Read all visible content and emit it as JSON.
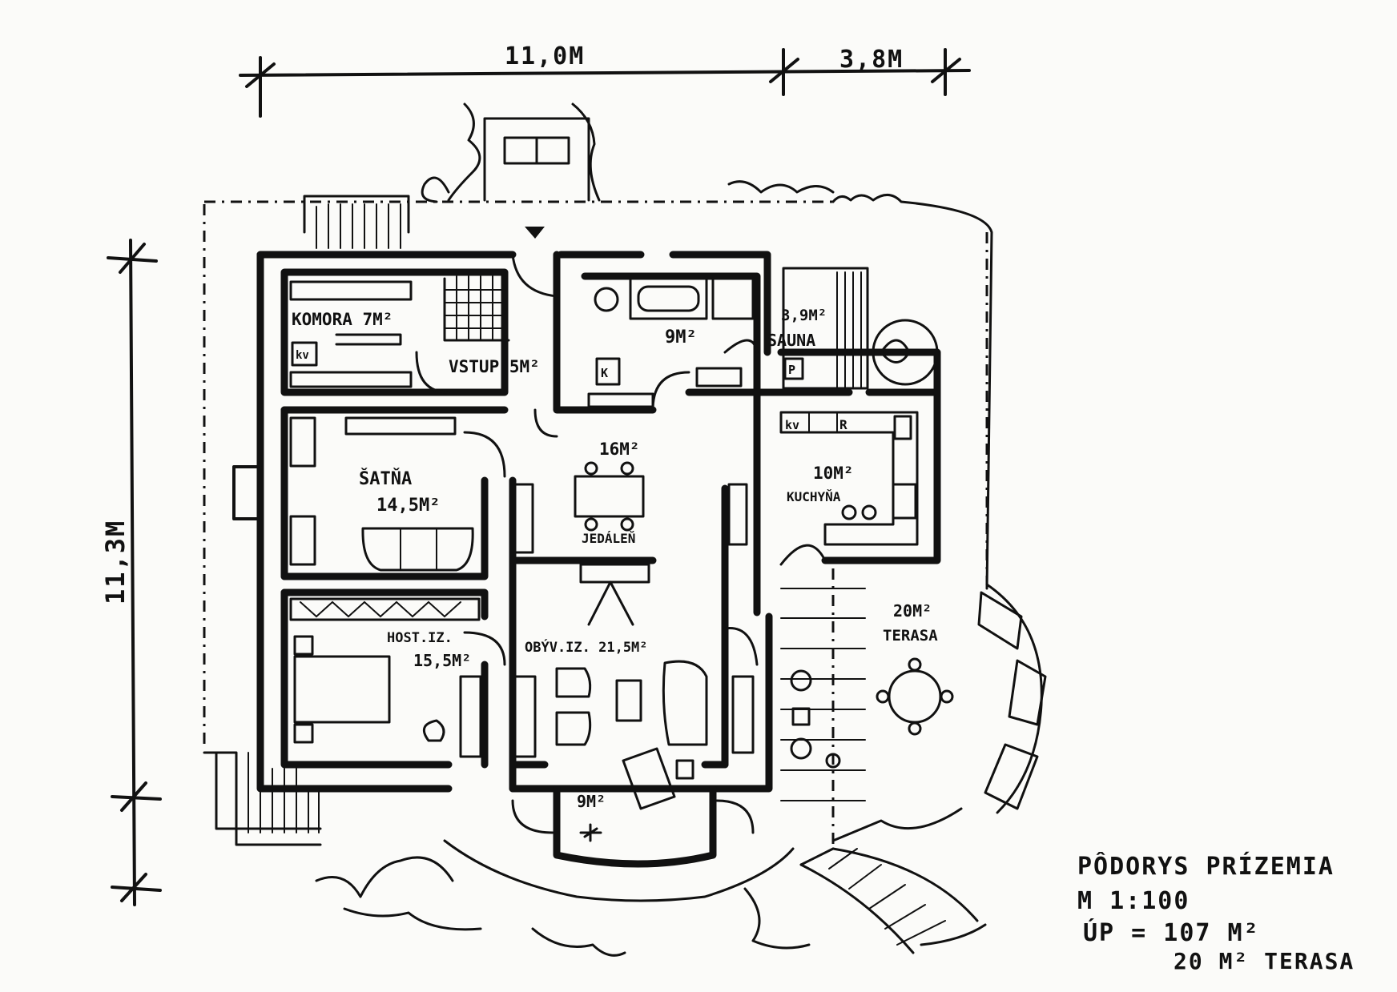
{
  "dimensions": {
    "width_total": "11,0M",
    "width_terrace": "3,8M",
    "height_total": "11,3M"
  },
  "rooms": {
    "komora": "KOMORA 7M²",
    "vstup": "VSTUP 5M²",
    "bath_area": "9M²",
    "sauna_area": "3,9M²",
    "sauna": "SAUNA",
    "hall_area": "16M²",
    "kitchen_area": "10M²",
    "kitchen": "KUCHYŇA",
    "satna": "ŠATŇA",
    "satna_area": "14,5M²",
    "jedalen": "JEDÁLEŇ",
    "host_room": "HOST.IZ.",
    "host_room_area": "15,5M²",
    "living": "OBÝV.IZ. 21,5M²",
    "terrace_area": "20M²",
    "terrace": "TERASA",
    "winter_garden_area": "9M²"
  },
  "fixtures": {
    "kv_pantry": "kv",
    "kv_kitchen": "kv",
    "r_kitchen": "R",
    "k_bath": "K",
    "p_sauna": "P"
  },
  "legend": {
    "title": "PÔDORYS PRÍZEMIA",
    "scale": "M 1:100",
    "usable_area": "ÚP = 107 M²",
    "terrace_area": "20 M² TERASA"
  }
}
